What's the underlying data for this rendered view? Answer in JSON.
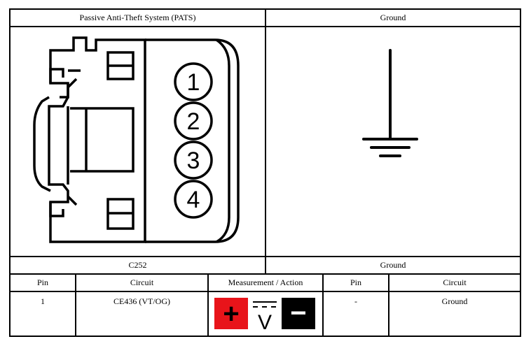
{
  "header": {
    "left_title": "Passive Anti-Theft System (PATS)",
    "right_title": "Ground"
  },
  "connector": {
    "pins": [
      "1",
      "2",
      "3",
      "4"
    ]
  },
  "labels": {
    "left_caption": "C252",
    "right_caption": "Ground"
  },
  "table": {
    "columns": [
      "Pin",
      "Circuit",
      "Measurement / Action",
      "Pin",
      "Circuit"
    ],
    "rows": [
      {
        "pin": "1",
        "circuit": "CE436 (VT/OG)",
        "pin2": "-",
        "circuit2": "Ground"
      }
    ]
  },
  "measurement": {
    "plus_symbol": "+",
    "volt_symbol": "V",
    "minus_symbol": "−",
    "plus_color": "#e8141a",
    "minus_color": "#000000"
  }
}
